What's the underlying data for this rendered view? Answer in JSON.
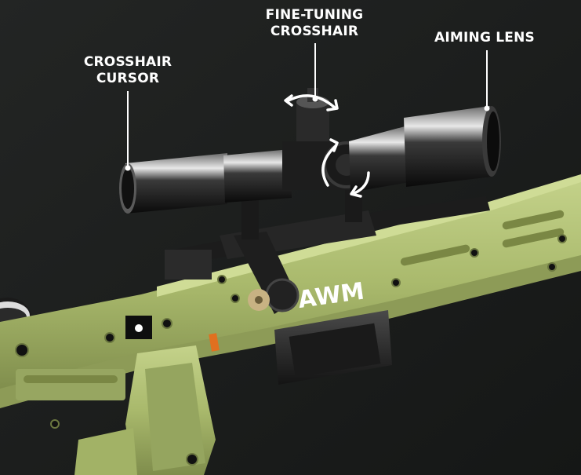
{
  "callouts": {
    "crosshair_cursor": {
      "line1": "CROSSHAIR",
      "line2": "CURSOR"
    },
    "fine_tuning": {
      "line1": "FINE-TUNING",
      "line2": "CROSSHAIR"
    },
    "aiming_lens": {
      "line1": "AIMING LENS"
    }
  },
  "product": {
    "model_mark": "AWM"
  },
  "colors": {
    "background": "#1b1d1c",
    "body_green": "#a9b96c",
    "scope_black": "#1a1a1a",
    "label_white": "#ffffff",
    "accent_orange": "#e0701f"
  }
}
